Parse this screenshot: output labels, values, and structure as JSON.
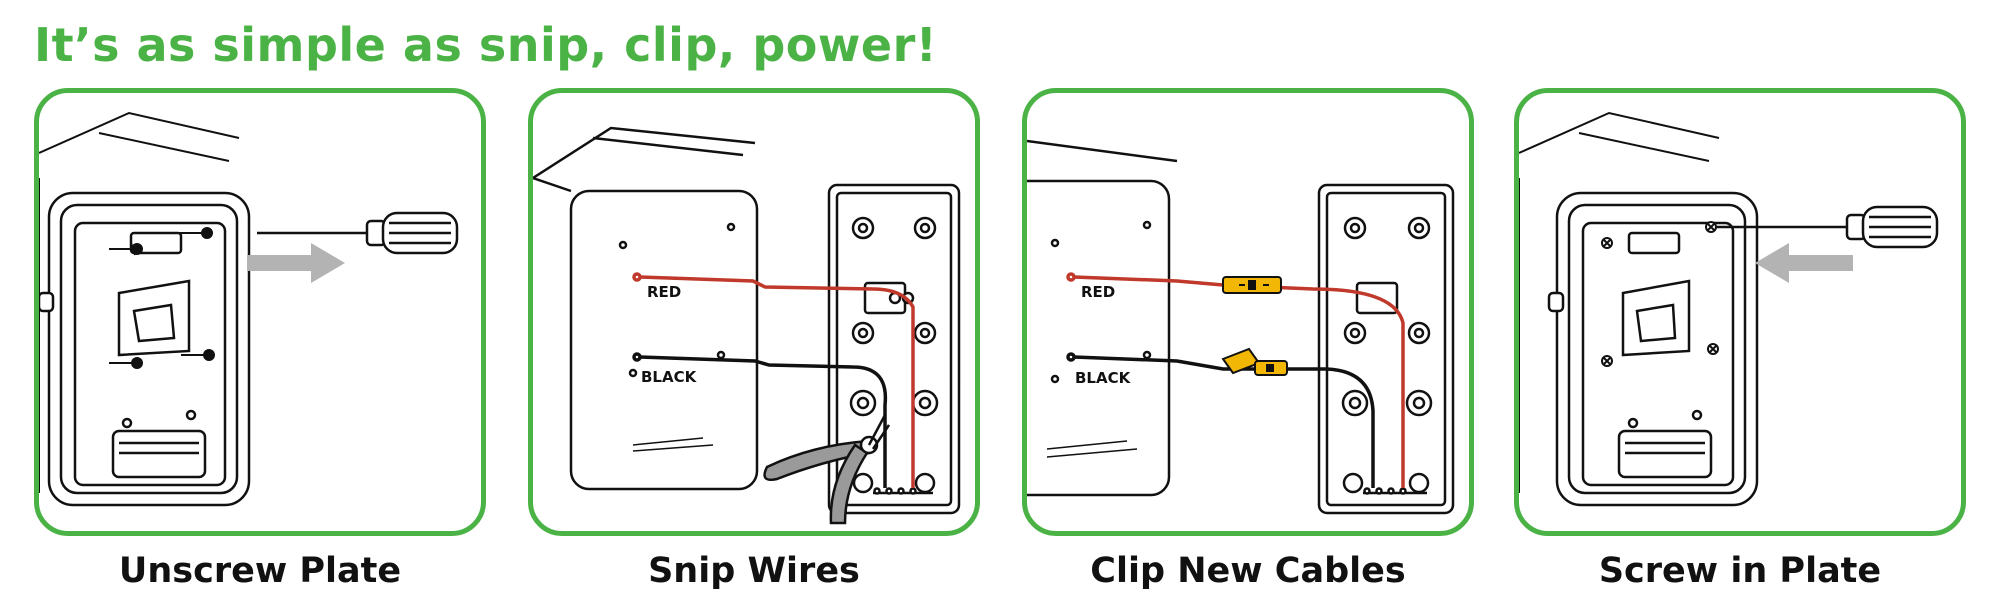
{
  "headline": "It’s as simple as snip, clip, power!",
  "colors": {
    "accent_green": "#4bb346",
    "wire_red": "#c0392b",
    "wire_black": "#111111",
    "connector_yellow": "#f2b705",
    "arrow_gray": "#b3b3b3"
  },
  "steps": [
    {
      "caption": "Unscrew Plate",
      "icons": [
        "screwdriver-icon",
        "arrow-right-icon"
      ]
    },
    {
      "caption": "Snip Wires",
      "wire_labels": [
        "RED",
        "BLACK"
      ],
      "icons": [
        "pliers-icon"
      ]
    },
    {
      "caption": "Clip New Cables",
      "wire_labels": [
        "RED",
        "BLACK"
      ],
      "icons": [
        "connector-icon"
      ]
    },
    {
      "caption": "Screw in Plate",
      "icons": [
        "screwdriver-icon",
        "arrow-left-icon"
      ]
    }
  ]
}
